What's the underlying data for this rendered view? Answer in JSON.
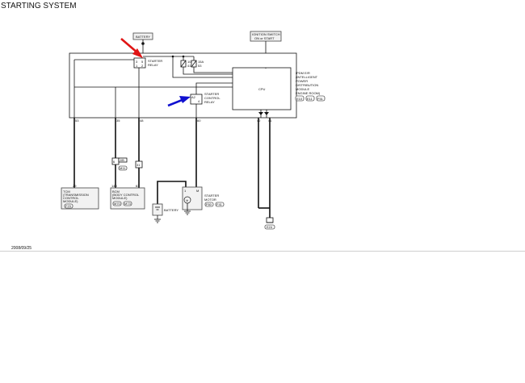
{
  "title": "STARTING SYSTEM",
  "date": "2008/09/25",
  "labels": {
    "battery_top": "BATTERY",
    "ignition_switch": [
      "IGNITION SWITCH",
      "ON or START"
    ],
    "starter_relay": [
      "STARTER",
      "RELAY"
    ],
    "fuse_a": "10A",
    "fuse_b": "15A",
    "fuse_a_no": "41",
    "fuse_b_no": "53",
    "cpu": "CPU",
    "ipdm": [
      "IPDM E/R",
      "(INTELLIGENT",
      "POWER",
      "DISTRIBUTION",
      "MODULE",
      "ENGINE ROOM)"
    ],
    "ipdm_connectors": [
      "E10",
      "E11",
      "F51"
    ],
    "starter_control_relay": [
      "STARTER",
      "CONTROL",
      "RELAY"
    ],
    "tcm": [
      "TCM",
      "(TRANSMISSION",
      "CONTROL",
      "MODULE)"
    ],
    "tcm_connector": "F23",
    "bcm": [
      "BCM",
      "(BODY CONTROL",
      "MODULE)"
    ],
    "bcm_connectors": [
      "M70",
      "M73"
    ],
    "fuse_block": "J/B",
    "fuse_block_conn": "M11",
    "battery_bottom": "BATTERY",
    "starter_motor": [
      "STARTER",
      "MOTOR"
    ],
    "starter_connectors": [
      "F60",
      "F41"
    ],
    "ground": "E24",
    "pins": {
      "ipdm_tcm": "53",
      "ipdm_bcm": "35",
      "ipdm_fuse": "48",
      "ipdm_starter": "60",
      "ipdm_gnd_a": "42",
      "ipdm_gnd_b": "41",
      "tcm_in": "29",
      "bcm_in": "140",
      "bcm_in_b": "63",
      "relay_a": "3",
      "relay_b": "5",
      "relay_c": "1",
      "relay_d": "2",
      "ctrl_a": "A2",
      "ctrl_b": "4",
      "starter_b": "1",
      "starter_m": "M",
      "fuse_in": "6",
      "fuse_out": "31"
    }
  }
}
